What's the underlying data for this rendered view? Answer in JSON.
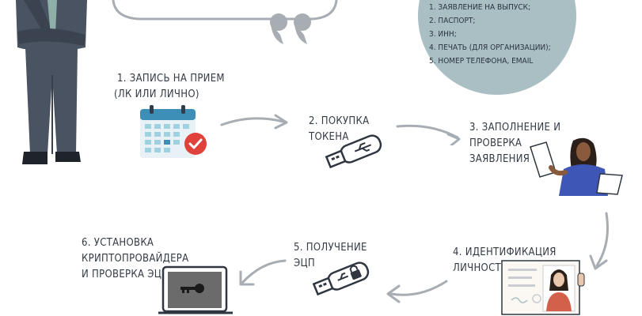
{
  "documents": {
    "items": [
      "1. ЗАЯВЛЕНИЕ НА ВЫПУСК;",
      "2. ПАСПОРТ;",
      "3. ИНН;",
      "4. ПЕЧАТЬ (ДЛЯ ОРГАНИЗАЦИИ);",
      "5. НОМЕР ТЕЛЕФОНА, EMAIL"
    ]
  },
  "steps": {
    "s1": {
      "line1": "1. ЗАПИСЬ НА ПРИЕМ",
      "line2": "(ЛК ИЛИ ЛИЧНО)"
    },
    "s2": {
      "line1": "2. ПОКУПКА",
      "line2": "ТОКЕНА"
    },
    "s3": {
      "line1": "3. ЗАПОЛНЕНИЕ И",
      "line2": "ПРОВЕРКА",
      "line3": "ЗАЯВЛЕНИЯ"
    },
    "s4": {
      "line1": "4. ИДЕНТИФИКАЦИЯ",
      "line2": "ЛИЧНОСТИ"
    },
    "s5": {
      "line1": "5. ПОЛУЧЕНИЕ",
      "line2": "ЭЦП"
    },
    "s6": {
      "line1": "6. УСТАНОВКА",
      "line2": "КРИПТОПРОВАЙДЕРА",
      "line3": "И ПРОВЕРКА ЭЦП"
    }
  },
  "colors": {
    "bubble": "#a9bfc4",
    "arrow": "#a7adb3",
    "suit": "#4a5361",
    "check": "#e0413a",
    "calendar": "#3d8fb8",
    "shirt": "#3e56b6",
    "card_shirt": "#d2604a"
  },
  "icons": [
    "quote-icon",
    "calendar-check-icon",
    "usb-token-icon",
    "usb-token-lock-icon",
    "laptop-key-icon",
    "id-card-icon",
    "woman-with-document-icon",
    "businessman-icon"
  ]
}
